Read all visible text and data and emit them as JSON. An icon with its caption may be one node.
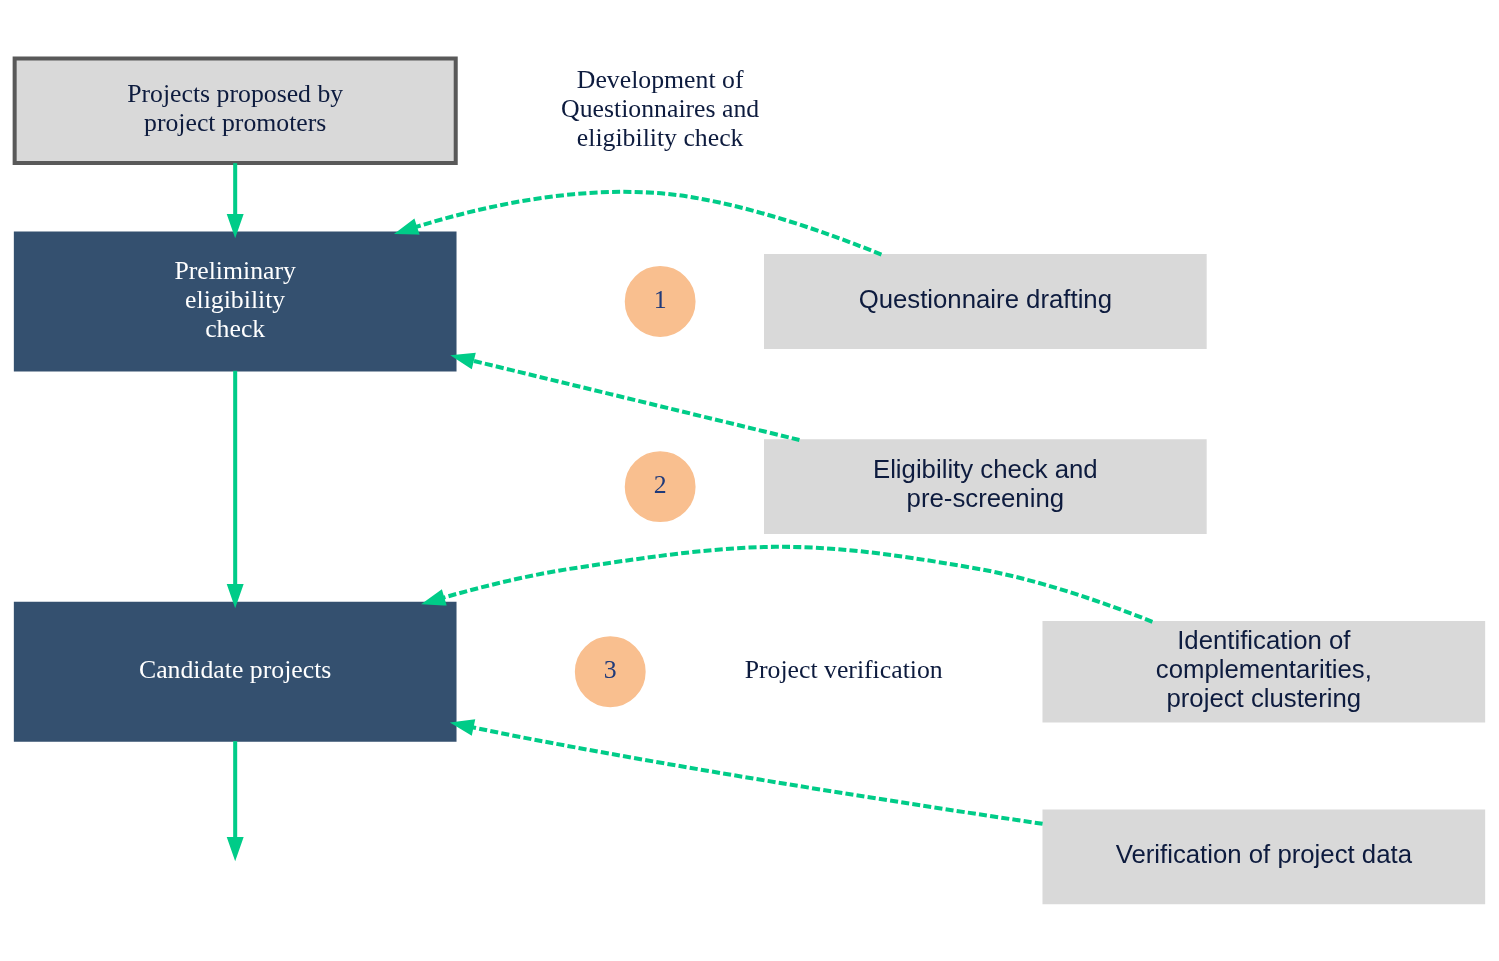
{
  "diagram": {
    "nodes": [
      {
        "text": [
          "Projects proposed by project promoters"
        ]
      },
      {
        "text": [
          "1"
        ]
      },
      {
        "text": [
          "Questionnaire drafting"
        ]
      },
      {
        "text": [
          "Preliminary eligibility check"
        ]
      },
      {
        "text": [
          "2"
        ]
      },
      {
        "text": [
          "Eligibility check and pre-screening"
        ]
      },
      {
        "text": [
          "3"
        ]
      },
      {
        "text": [
          "Identification of complementarities, project clustering"
        ]
      },
      {
        "text": [
          "Candidate projects"
        ]
      },
      {
        "text": [
          "Verification of project data"
        ]
      }
    ],
    "edges": [
      {
        "from": 0,
        "to": 3,
        "arrow": "to"
      },
      {
        "from": 2,
        "to": 3,
        "arrow": "to",
        "style": "dashed"
      },
      {
        "from": 5,
        "to": 3,
        "arrow": "to",
        "style": "dashed"
      },
      {
        "from": 3,
        "to": 8,
        "arrow": "to"
      },
      {
        "from": 7,
        "to": 8,
        "arrow": "to",
        "style": "dashed"
      },
      {
        "from": 9,
        "to": 8,
        "arrow": "to",
        "style": "dashed"
      },
      {
        "from": 8,
        "to": null,
        "arrow": "to"
      }
    ],
    "labels": [
      "Development of Questionnaires and eligibility check",
      "Project verification"
    ]
  }
}
